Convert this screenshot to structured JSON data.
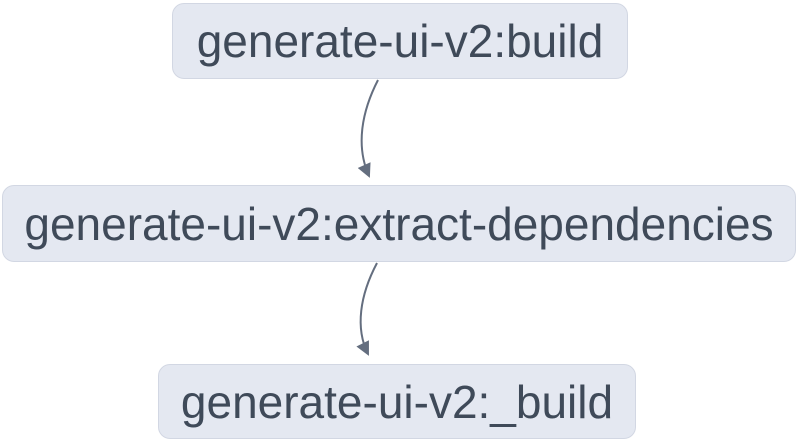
{
  "diagram": {
    "type": "task-dependency-graph",
    "nodes": [
      {
        "label": "generate-ui-v2:build"
      },
      {
        "label": "generate-ui-v2:extract-dependencies"
      },
      {
        "label": "generate-ui-v2:_build"
      }
    ],
    "edges": [
      {
        "from": "generate-ui-v2:build",
        "to": "generate-ui-v2:extract-dependencies"
      },
      {
        "from": "generate-ui-v2:extract-dependencies",
        "to": "generate-ui-v2:_build"
      }
    ],
    "colors": {
      "background": "#ffffff",
      "node_fill": "#e4e8f1",
      "node_border": "#d2d7e3",
      "node_text": "#3f4a59",
      "edge": "#646e7f"
    }
  }
}
